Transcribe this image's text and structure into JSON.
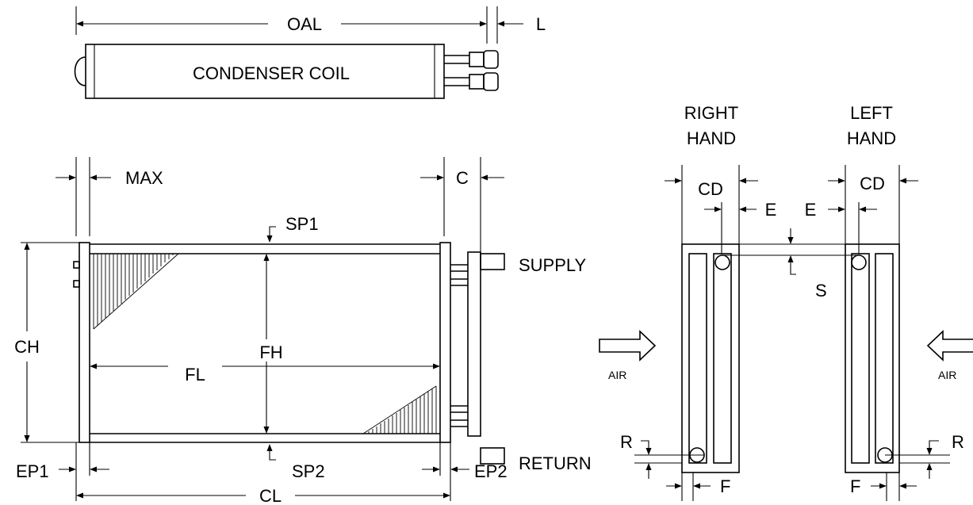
{
  "top_view": {
    "title": "CONDENSER COIL",
    "oal": "OAL",
    "l": "L"
  },
  "front_view": {
    "max": "MAX",
    "c": "C",
    "sp1": "SP1",
    "sp2": "SP2",
    "supply": "SUPPLY",
    "return": "RETURN",
    "ch": "CH",
    "fh": "FH",
    "fl": "FL",
    "ep1": "EP1",
    "ep2": "EP2",
    "cl": "CL"
  },
  "side_views": {
    "right": {
      "line1": "RIGHT",
      "line2": "HAND",
      "cd": "CD",
      "e": "E",
      "r": "R",
      "f": "F"
    },
    "left": {
      "line1": "LEFT",
      "line2": "HAND",
      "cd": "CD",
      "e": "E",
      "r": "R",
      "f": "F"
    },
    "s": "S",
    "air_left": "AIR",
    "air_right": "AIR"
  }
}
